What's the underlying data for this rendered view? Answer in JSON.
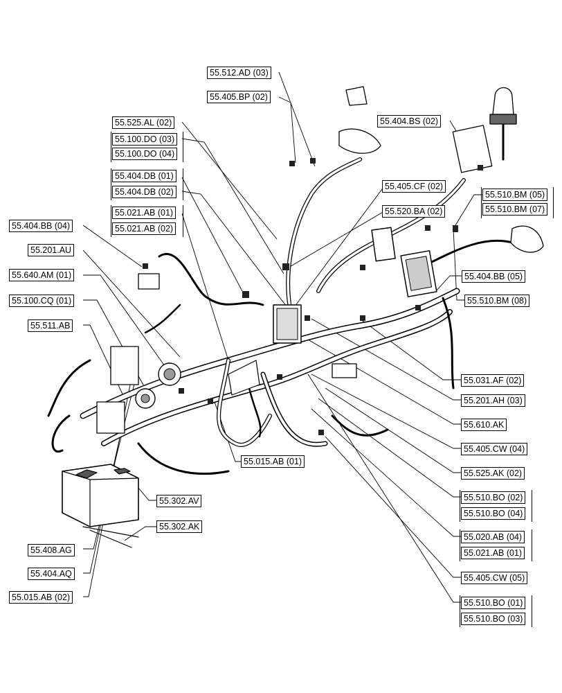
{
  "callouts": [
    "55.512.AD (03)",
    "55.405.BP (02)",
    "55.525.AL (02)",
    "55.100.DO (03)",
    "55.100.DO (04)",
    "55.404.DB (01)",
    "55.404.DB (02)",
    "55.021.AB (01)",
    "55.021.AB (02)",
    "55.404.BB (04)",
    "55.201.AU",
    "55.640.AM (01)",
    "55.100.CQ (01)",
    "55.511.AB",
    "55.404.BS (02)",
    "55.405.CF (02)",
    "55.520.BA (02)",
    "55.510.BM (05)",
    "55.510.BM (07)",
    "55.404.BB (05)",
    "55.510.BM (08)",
    "55.031.AF (02)",
    "55.201.AH (03)",
    "55.610.AK",
    "55.405.CW (04)",
    "55.525.AK (02)",
    "55.510.BO (02)",
    "55.510.BO (04)",
    "55.020.AB (04)",
    "55.021.AB (01)",
    "55.405.CW (05)",
    "55.510.BO (01)",
    "55.510.BO (03)",
    "55.015.AB (01)",
    "55.302.AV",
    "55.302.AK",
    "55.408.AG",
    "55.404.AQ",
    "55.015.AB (02)"
  ]
}
